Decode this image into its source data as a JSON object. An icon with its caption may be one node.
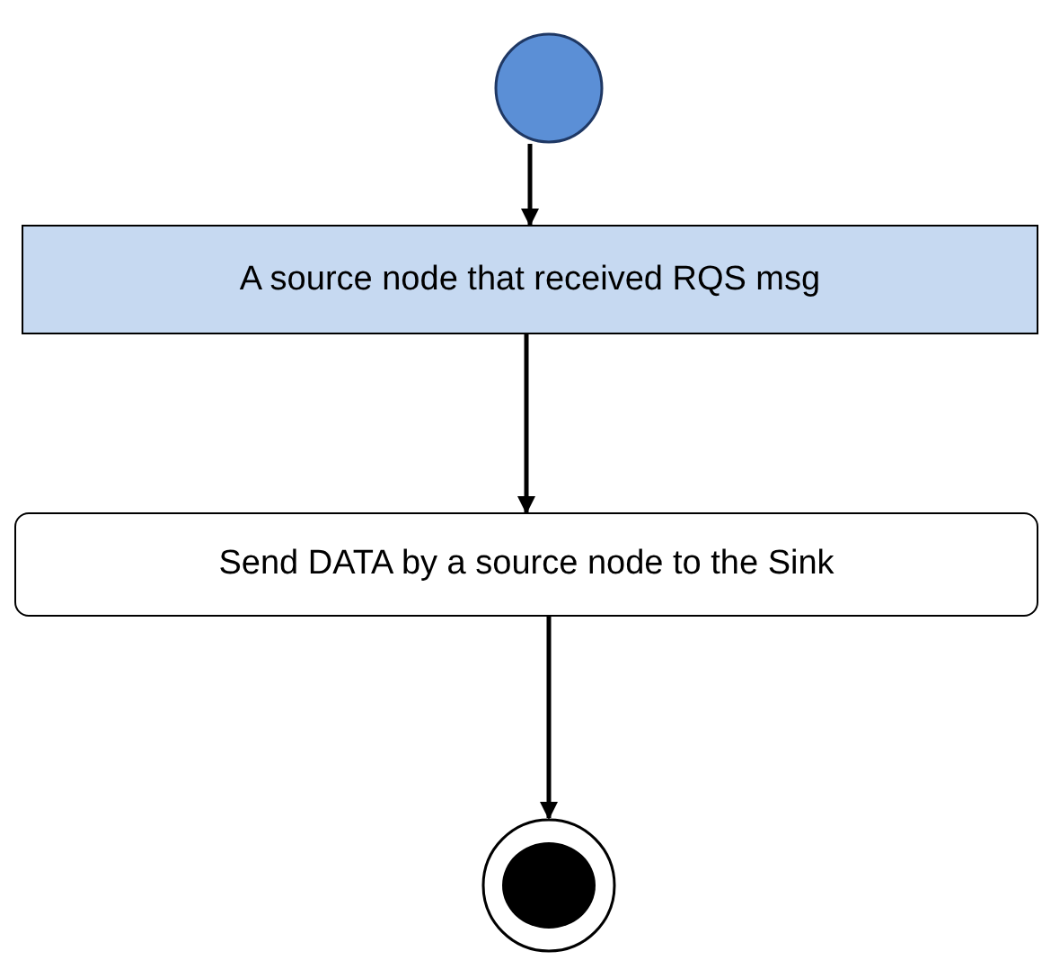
{
  "diagram": {
    "nodes": [
      {
        "text": [],
        "shape": "circle"
      },
      {
        "text": [
          "A source node that received RQS msg"
        ]
      },
      {
        "text": [
          "Send DATA by a source node to the Sink"
        ]
      },
      {
        "text": [],
        "shape": "circle"
      }
    ],
    "edges": [
      {
        "from": 0,
        "to": 1,
        "arrow": "to"
      },
      {
        "from": 1,
        "to": 2,
        "arrow": "to"
      },
      {
        "from": 2,
        "to": 3,
        "arrow": "to"
      }
    ]
  }
}
